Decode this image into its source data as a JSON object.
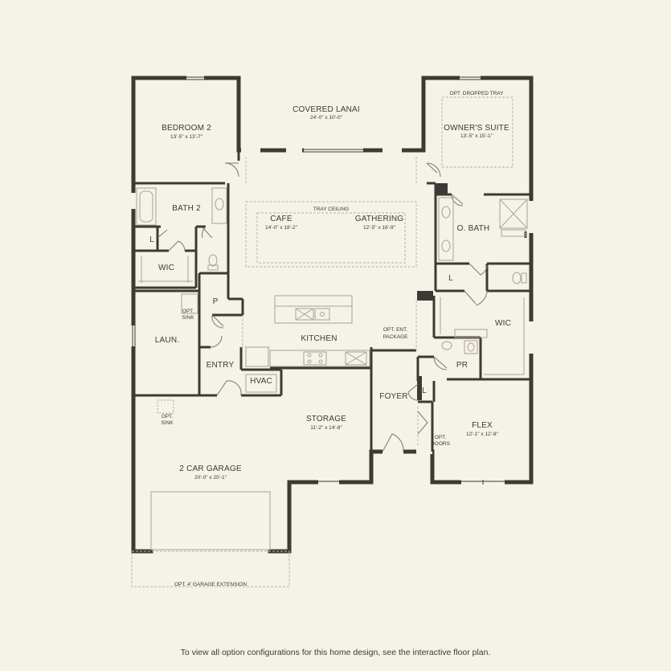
{
  "colors": {
    "background": "#f5f2e8",
    "wall": "#3e3934",
    "fixture": "#a9a39a",
    "dashed": "#b9b3aa"
  },
  "rooms": {
    "covered_lanai": {
      "name": "COVERED LANAI",
      "dims": "24'-0\" x 10'-0\""
    },
    "bedroom2": {
      "name": "BEDROOM 2",
      "dims": "13'-5\" x 13'-7\""
    },
    "owners_suite": {
      "name": "OWNER'S SUITE",
      "dims": "13'-5\" x 15'-1\"",
      "note": "OPT. DROPPED TRAY"
    },
    "bath2": {
      "name": "BATH 2"
    },
    "linen1": {
      "name": "L"
    },
    "wic1": {
      "name": "WIC"
    },
    "tray_ceiling": {
      "name": "TRAY CEILING"
    },
    "cafe": {
      "name": "CAFE",
      "dims": "14'-0\" x 18'-2\""
    },
    "gathering": {
      "name": "GATHERING",
      "dims": "12'-5\" x 16'-9\""
    },
    "obath": {
      "name": "O. BATH"
    },
    "linen2": {
      "name": "L"
    },
    "pantry": {
      "name": "P"
    },
    "laundry": {
      "name": "LAUN."
    },
    "opt_sink1": {
      "line1": "OPT.",
      "line2": "SINK"
    },
    "kitchen": {
      "name": "KITCHEN"
    },
    "ent_package": {
      "line1": "OPT. ENT.",
      "line2": "PACKAGE"
    },
    "wic2": {
      "name": "WIC"
    },
    "entry": {
      "name": "ENTRY"
    },
    "hvac": {
      "name": "HVAC"
    },
    "pr": {
      "name": "PR"
    },
    "foyer": {
      "name": "FOYER"
    },
    "linen3": {
      "name": "L"
    },
    "storage": {
      "name": "STORAGE",
      "dims": "11'-2\" x 14'-8\""
    },
    "opt_sink2": {
      "line1": "OPT.",
      "line2": "SINK"
    },
    "flex": {
      "name": "FLEX",
      "dims": "12'-1\" x 12'-8\""
    },
    "opt_doors": {
      "line1": "OPT.",
      "line2": "DOORS"
    },
    "garage": {
      "name": "2 CAR GARAGE",
      "dims": "20'-0\" x 20'-1\""
    },
    "garage_ext": {
      "name": "OPT. 4' GARAGE EXTENSION"
    }
  },
  "footer": {
    "text": "To view all option configurations for this home design, see the interactive floor plan."
  }
}
